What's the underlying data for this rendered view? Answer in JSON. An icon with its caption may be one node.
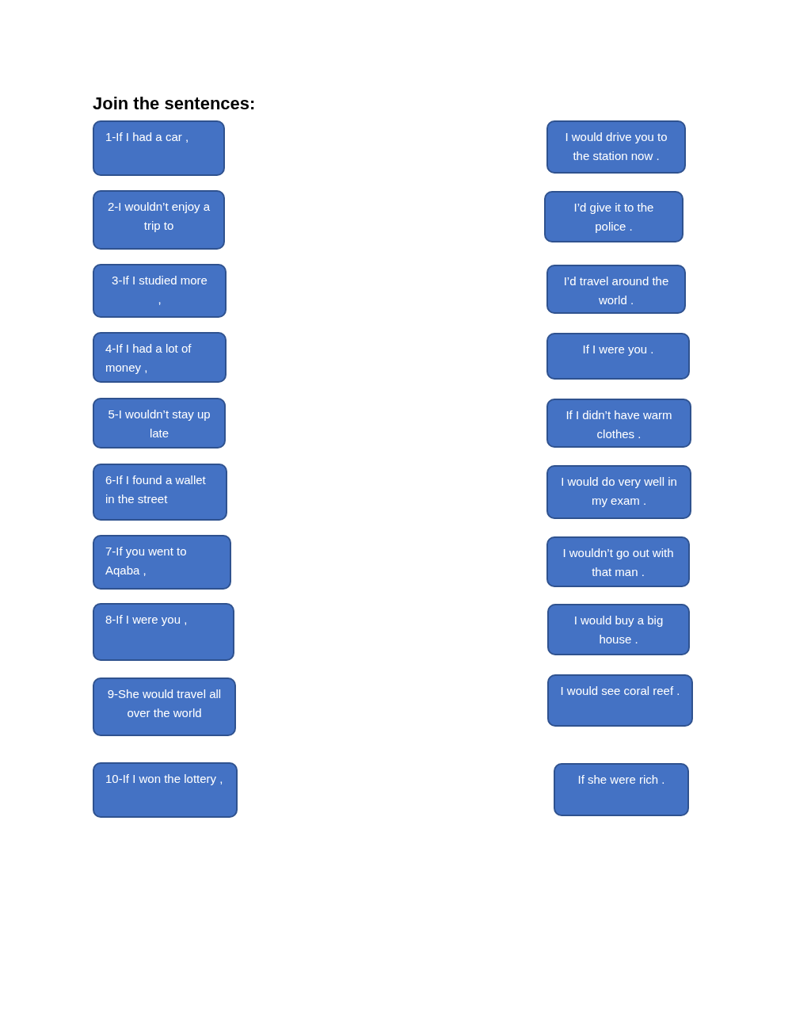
{
  "diagram": {
    "title": "Join the sentences:",
    "nodes": [
      {
        "text": [
          "1-If I had a car ,"
        ]
      },
      {
        "text": [
          "2-I wouldn’t enjoy a trip to"
        ]
      },
      {
        "text": [
          "3-If I studied more ,"
        ]
      },
      {
        "text": [
          "4-If I had a lot of money ,"
        ]
      },
      {
        "text": [
          "5-I wouldn’t stay up late"
        ]
      },
      {
        "text": [
          "6-If I found a wallet in the street"
        ]
      },
      {
        "text": [
          "7-If you went to Aqaba ,"
        ]
      },
      {
        "text": [
          "8-If I were you ,"
        ]
      },
      {
        "text": [
          "9-She would travel all over the world"
        ]
      },
      {
        "text": [
          "10-If I won the lottery ,"
        ]
      },
      {
        "text": [
          "I would drive you to the station now ."
        ]
      },
      {
        "text": [
          "I’d give it to the police ."
        ]
      },
      {
        "text": [
          "I’d travel around the world ."
        ]
      },
      {
        "text": [
          "If I were you ."
        ]
      },
      {
        "text": [
          "If I didn’t have warm clothes ."
        ]
      },
      {
        "text": [
          "I would do very well in my exam ."
        ]
      },
      {
        "text": [
          "I wouldn’t go out with that man ."
        ]
      },
      {
        "text": [
          "I would buy a big house ."
        ]
      },
      {
        "text": [
          "I would see coral reef ."
        ]
      },
      {
        "text": [
          "If she were rich ."
        ]
      }
    ],
    "edges": []
  }
}
